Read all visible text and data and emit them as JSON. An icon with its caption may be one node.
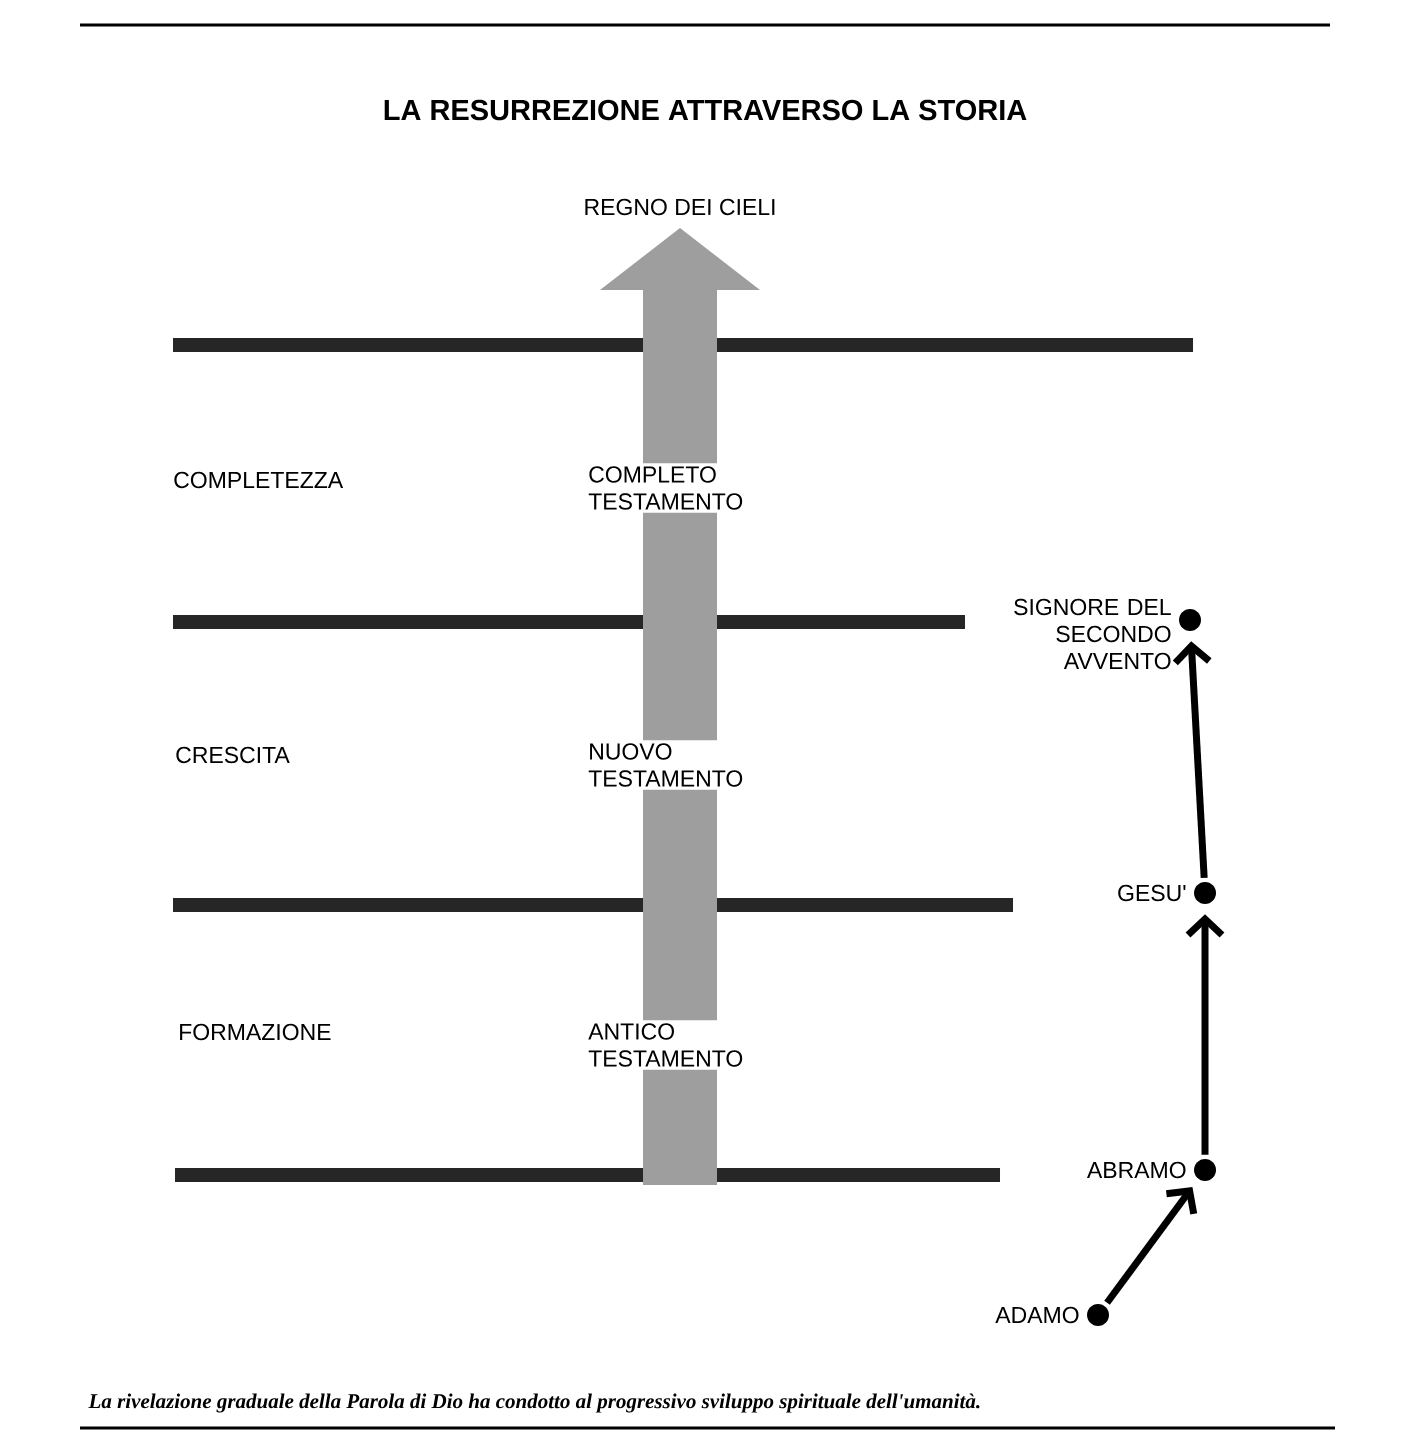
{
  "diagram": {
    "title": "LA RESURREZIONE ATTRAVERSO LA STORIA",
    "caption": "La rivelazione graduale della Parola di Dio ha condotto al progressivo sviluppo spirituale dell'umanità.",
    "nodes": [
      {
        "text": [],
        "shape": "circle",
        "beside": [
          "SIGNORE DEL SECONDO AVVENTO"
        ]
      },
      {
        "text": [],
        "shape": "circle",
        "beside": [
          "GESU'"
        ]
      },
      {
        "text": [],
        "shape": "circle",
        "beside": [
          "ABRAMO"
        ]
      },
      {
        "text": [],
        "shape": "circle",
        "beside": [
          "ADAMO"
        ]
      }
    ],
    "edges": [
      {
        "from": 3,
        "to": 2,
        "arrow": "to"
      },
      {
        "from": 2,
        "to": 1,
        "arrow": "to"
      },
      {
        "from": 1,
        "to": 0,
        "arrow": "to"
      }
    ],
    "labels": [
      "REGNO DEI CIELI",
      "COMPLETEZZA",
      "COMPLETO TESTAMENTO",
      "CRESCITA",
      "NUOVO TESTAMENTO",
      "FORMAZIONE",
      "ANTICO TESTAMENTO"
    ]
  }
}
